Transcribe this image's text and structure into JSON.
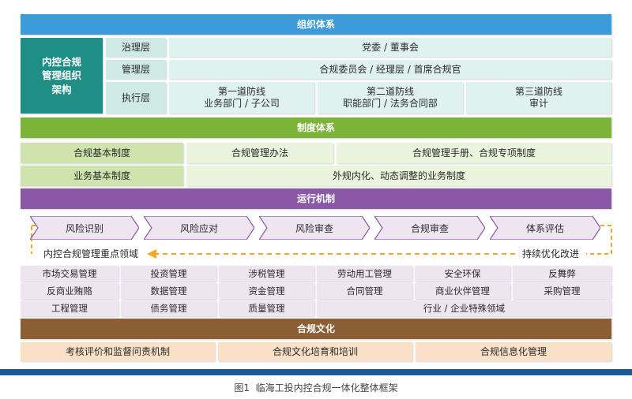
{
  "org": {
    "header": "组织体系",
    "side_title": "内控合规\n管理组织\n架构",
    "rows": [
      {
        "label": "治理层",
        "content": "党委 / 董事会"
      },
      {
        "label": "管理层",
        "content": "合规委员会 / 经理层 / 首席合规官"
      }
    ],
    "exec_label": "执行层",
    "lines": [
      {
        "title": "第一道防线",
        "sub": "业务部门 / 子公司"
      },
      {
        "title": "第二道防线",
        "sub": "职能部门 / 法务合同部"
      },
      {
        "title": "第三道防线",
        "sub": "审计"
      }
    ]
  },
  "system": {
    "header": "制度体系",
    "row1": [
      "合规基本制度",
      "合规管理办法",
      "合规管理手册、合规专项制度"
    ],
    "row2": [
      "业务基本制度",
      "外规内化、动态调整的业务制度"
    ]
  },
  "mechanism": {
    "header": "运行机制",
    "steps": [
      "风险识别",
      "风险应对",
      "风险审查",
      "合规审查",
      "体系评估"
    ],
    "left_note": "内控合规管理重点领域",
    "right_note": "持续优化改进",
    "areas": [
      [
        "市场交易管理",
        "投资管理",
        "涉税管理",
        "劳动用工管理",
        "安全环保",
        "反舞弊"
      ],
      [
        "反商业贿赂",
        "数据管理",
        "资金管理",
        "合同管理",
        "商业伙伴管理",
        "采购管理"
      ],
      [
        "工程管理",
        "债务管理",
        "质量管理",
        "行业 / 企业特殊领域"
      ]
    ]
  },
  "culture": {
    "header": "合规文化",
    "items": [
      "考核评价和监督问责机制",
      "合规文化培育和培训",
      "合规信息化管理"
    ]
  },
  "caption": "图1  临海工投内控合规一体化整体框架",
  "colors": {
    "blue": "#3d9bd9",
    "teal": "#1f8f86",
    "mint": "#dff2ee",
    "green": "#7cb43a",
    "light_green": "#cfe3ad",
    "pale_green": "#eaf3dc",
    "purple": "#8a58a6",
    "lavender": "#eee5f1",
    "brown": "#8b5e34",
    "peach": "#f9e0c6",
    "orange_dash": "#f5a623",
    "bottom_bar": "#1f5a94"
  }
}
